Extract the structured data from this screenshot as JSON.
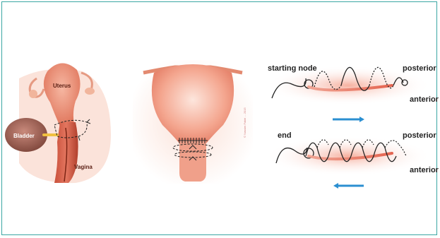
{
  "panels": {
    "anatomy": {
      "labels": {
        "uterus": "Uterus",
        "bladder": "Bladder",
        "vagina": "Vagina"
      }
    },
    "suture_closeup": {
      "watermark": "© Nassim Fakiri ... 2015"
    },
    "technique": {
      "top": {
        "start_label": "starting node",
        "posterior_label": "posterior",
        "anterior_label": "anterior",
        "arrow_direction": "right"
      },
      "bottom": {
        "end_label": "end",
        "posterior_label": "posterior",
        "anterior_label": "anterior",
        "arrow_direction": "left"
      }
    }
  },
  "colors": {
    "frame": "#3aa6a3",
    "tissue_light": "#f7c6b6",
    "tissue_mid": "#ef8a73",
    "tissue_dark": "#b8412e",
    "arrow_blue": "#2b8fd1",
    "suture_line": "#222222"
  }
}
